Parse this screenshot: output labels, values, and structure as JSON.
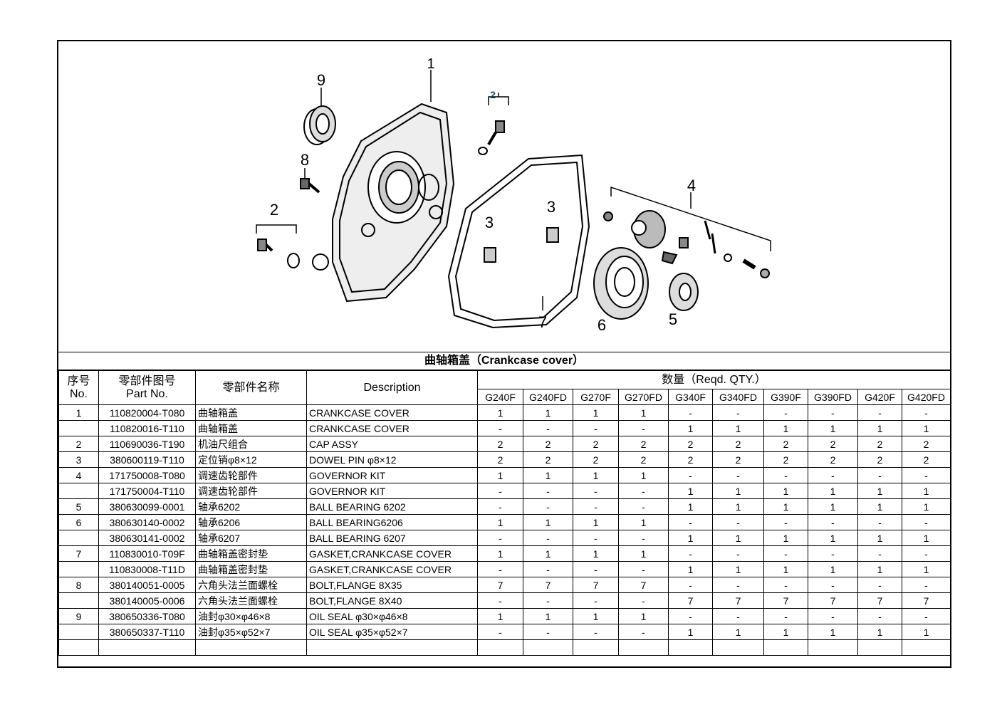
{
  "title": "曲轴箱盖（Crankcase cover）",
  "callouts": {
    "c1": "1",
    "c2a": "2",
    "c2b": "2",
    "c3a": "3",
    "c3b": "3",
    "c4": "4",
    "c5": "5",
    "c6": "6",
    "c7": "7",
    "c8": "8",
    "c9": "9"
  },
  "headers": {
    "no_cn": "序号",
    "no_en": "No.",
    "part_cn": "零部件图号",
    "part_en": "Part No.",
    "name_cn": "零部件名称",
    "description": "Description",
    "qty": "数量（Reqd. QTY.）",
    "models": [
      "G240F",
      "G240FD",
      "G270F",
      "G270FD",
      "G340F",
      "G340FD",
      "G390F",
      "G390FD",
      "G420F",
      "G420FD"
    ]
  },
  "rows": [
    {
      "no": "1",
      "part": "110820004-T080",
      "name": "曲轴箱盖",
      "desc": "CRANKCASE COVER",
      "qty": [
        "1",
        "1",
        "1",
        "1",
        "-",
        "-",
        "-",
        "-",
        "-",
        "-"
      ]
    },
    {
      "no": "",
      "part": "110820016-T110",
      "name": "曲轴箱盖",
      "desc": "CRANKCASE COVER",
      "qty": [
        "-",
        "-",
        "-",
        "-",
        "1",
        "1",
        "1",
        "1",
        "1",
        "1"
      ]
    },
    {
      "no": "2",
      "part": "110690036-T190",
      "name": "机油尺组合",
      "desc": "CAP ASSY",
      "qty": [
        "2",
        "2",
        "2",
        "2",
        "2",
        "2",
        "2",
        "2",
        "2",
        "2"
      ]
    },
    {
      "no": "3",
      "part": "380600119-T110",
      "name": "定位销φ8×12",
      "desc": "DOWEL PIN φ8×12",
      "qty": [
        "2",
        "2",
        "2",
        "2",
        "2",
        "2",
        "2",
        "2",
        "2",
        "2"
      ]
    },
    {
      "no": "4",
      "part": "171750008-T080",
      "name": "调速齿轮部件",
      "desc": "GOVERNOR KIT",
      "qty": [
        "1",
        "1",
        "1",
        "1",
        "-",
        "-",
        "-",
        "-",
        "-",
        "-"
      ]
    },
    {
      "no": "",
      "part": "171750004-T110",
      "name": "调速齿轮部件",
      "desc": "GOVERNOR KIT",
      "qty": [
        "-",
        "-",
        "-",
        "-",
        "1",
        "1",
        "1",
        "1",
        "1",
        "1"
      ]
    },
    {
      "no": "5",
      "part": "380630099-0001",
      "name": "轴承6202",
      "desc": "BALL BEARING 6202",
      "qty": [
        "-",
        "-",
        "-",
        "-",
        "1",
        "1",
        "1",
        "1",
        "1",
        "1"
      ]
    },
    {
      "no": "6",
      "part": "380630140-0002",
      "name": "轴承6206",
      "desc": "BALL BEARING6206",
      "qty": [
        "1",
        "1",
        "1",
        "1",
        "-",
        "-",
        "-",
        "-",
        "-",
        "-"
      ]
    },
    {
      "no": "",
      "part": "380630141-0002",
      "name": "轴承6207",
      "desc": "BALL BEARING 6207",
      "qty": [
        "-",
        "-",
        "-",
        "-",
        "1",
        "1",
        "1",
        "1",
        "1",
        "1"
      ]
    },
    {
      "no": "7",
      "part": "110830010-T09F",
      "name": "曲轴箱盖密封垫",
      "desc": "GASKET,CRANKCASE COVER",
      "qty": [
        "1",
        "1",
        "1",
        "1",
        "-",
        "-",
        "-",
        "-",
        "-",
        "-"
      ]
    },
    {
      "no": "",
      "part": "110830008-T11D",
      "name": "曲轴箱盖密封垫",
      "desc": "GASKET,CRANKCASE COVER",
      "qty": [
        "-",
        "-",
        "-",
        "-",
        "1",
        "1",
        "1",
        "1",
        "1",
        "1"
      ]
    },
    {
      "no": "8",
      "part": "380140051-0005",
      "name": "六角头法兰面螺栓",
      "desc": "BOLT,FLANGE 8X35",
      "qty": [
        "7",
        "7",
        "7",
        "7",
        "-",
        "-",
        "-",
        "-",
        "-",
        "-"
      ]
    },
    {
      "no": "",
      "part": "380140005-0006",
      "name": "六角头法兰面螺栓",
      "desc": "BOLT,FLANGE 8X40",
      "qty": [
        "-",
        "-",
        "-",
        "-",
        "7",
        "7",
        "7",
        "7",
        "7",
        "7"
      ]
    },
    {
      "no": "9",
      "part": "380650336-T080",
      "name": "油封φ30×φ46×8",
      "desc": "OIL SEAL φ30×φ46×8",
      "qty": [
        "1",
        "1",
        "1",
        "1",
        "-",
        "-",
        "-",
        "-",
        "-",
        "-"
      ]
    },
    {
      "no": "",
      "part": "380650337-T110",
      "name": "油封φ35×φ52×7",
      "desc": "OIL SEAL φ35×φ52×7",
      "qty": [
        "-",
        "-",
        "-",
        "-",
        "1",
        "1",
        "1",
        "1",
        "1",
        "1"
      ]
    }
  ]
}
